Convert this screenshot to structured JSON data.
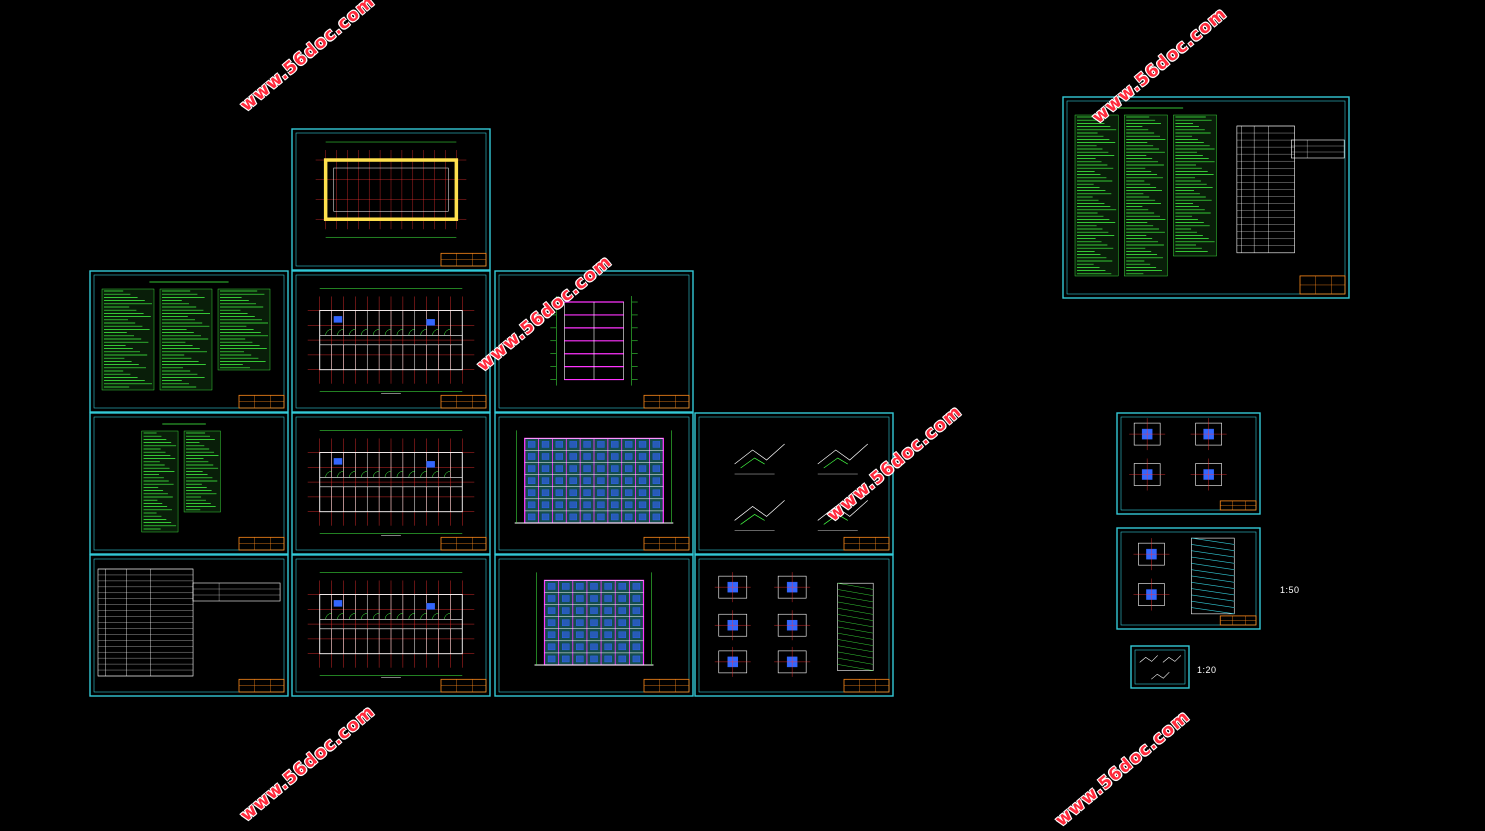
{
  "viewer": {
    "background_color": "#000000",
    "frame_color": "#33c9d6",
    "line_green": "#44ff44",
    "line_red": "#ff3333",
    "line_white": "#ffffff",
    "line_magenta": "#ff33ff",
    "line_yellow": "#ffe14d",
    "line_blue": "#3366ff",
    "titleblock_color": "#ff8a1a"
  },
  "scale_labels": {
    "scale_150": "1:50",
    "scale_120": "1:20"
  },
  "watermark": {
    "text": "www.56doc.com"
  },
  "sheets": [
    {
      "id": "site-plan",
      "kind": "site"
    },
    {
      "id": "notes-1",
      "kind": "notes"
    },
    {
      "id": "floor-plan-1",
      "kind": "floorplan"
    },
    {
      "id": "section-1",
      "kind": "section"
    },
    {
      "id": "notes-2",
      "kind": "notes2"
    },
    {
      "id": "floor-plan-2",
      "kind": "floorplan"
    },
    {
      "id": "elevation-1",
      "kind": "elevation"
    },
    {
      "id": "details-1",
      "kind": "details"
    },
    {
      "id": "schedule",
      "kind": "table"
    },
    {
      "id": "floor-plan-3",
      "kind": "floorplan"
    },
    {
      "id": "elevation-2",
      "kind": "elevation2"
    },
    {
      "id": "stair-details",
      "kind": "stairs"
    },
    {
      "id": "general-notes",
      "kind": "notes-wide"
    },
    {
      "id": "stair-plans-1",
      "kind": "stairplans"
    },
    {
      "id": "stair-plans-2",
      "kind": "stairplans2"
    },
    {
      "id": "small-detail",
      "kind": "small"
    }
  ]
}
